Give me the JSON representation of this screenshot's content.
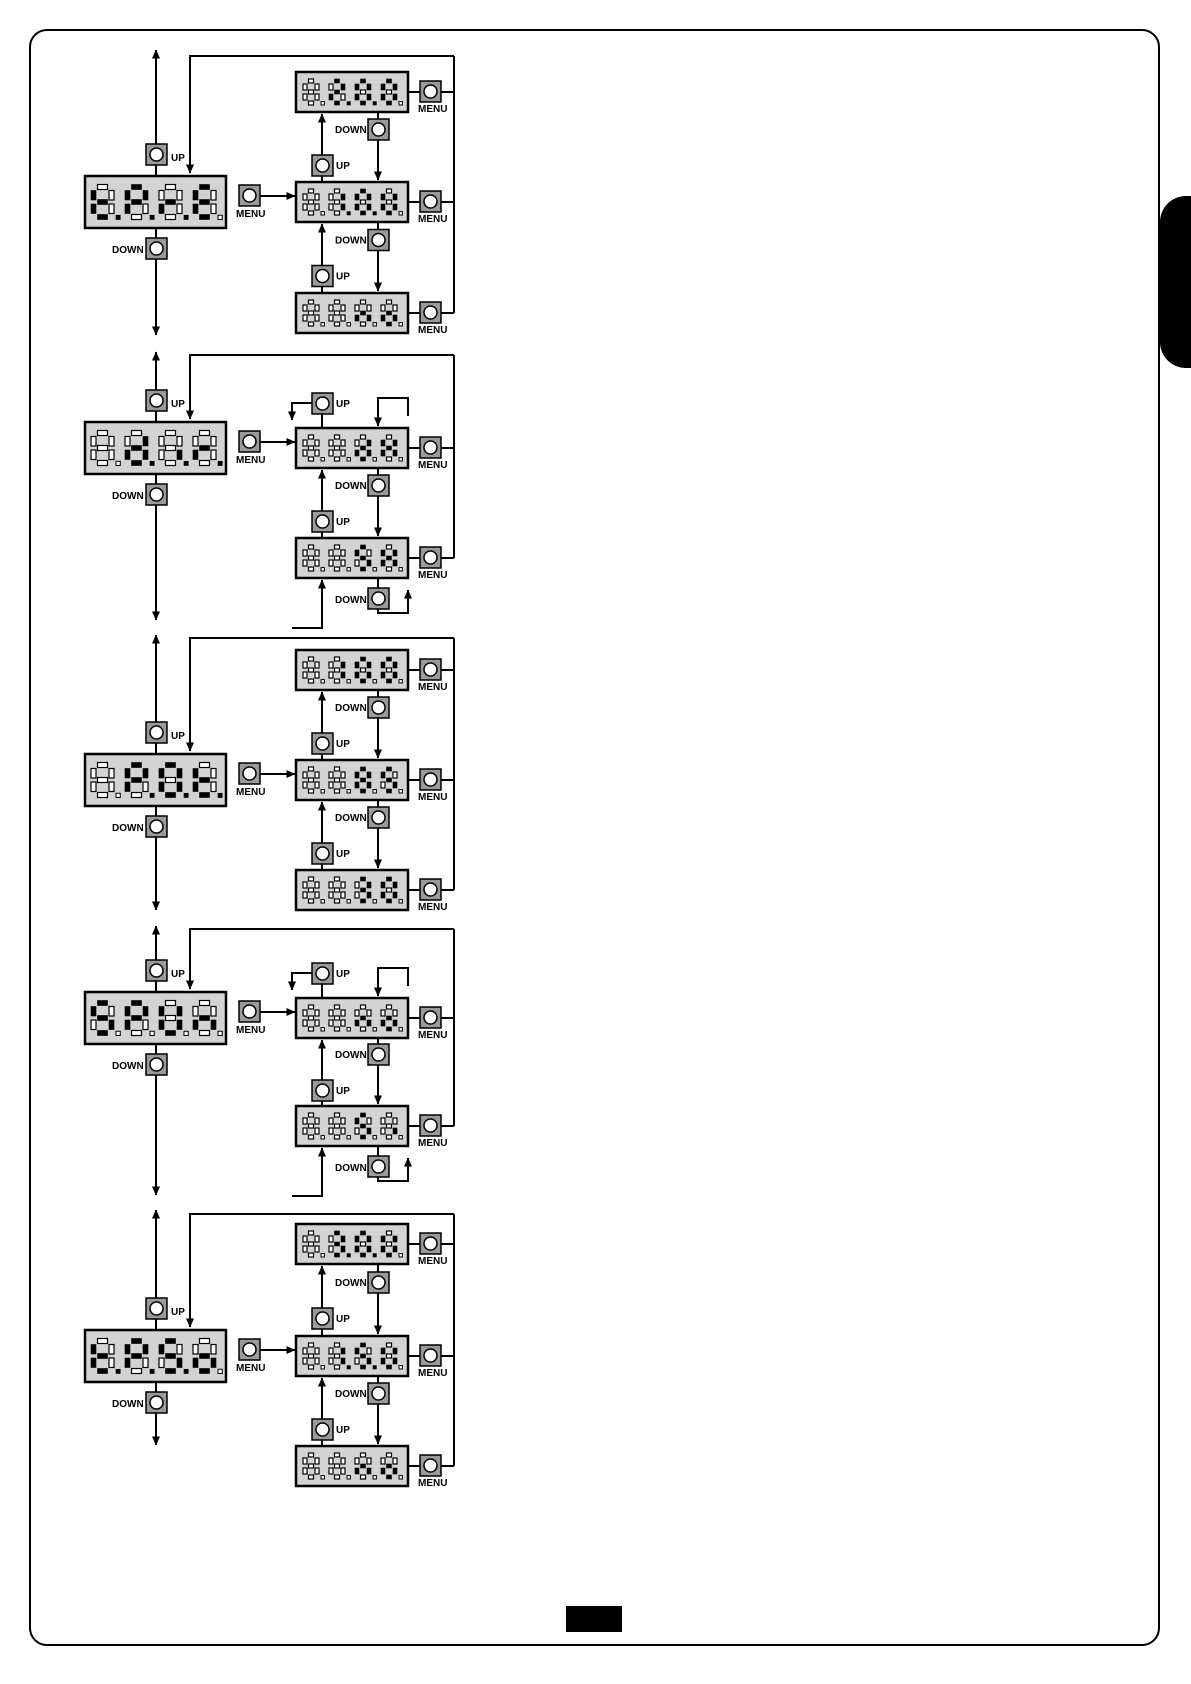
{
  "labels": {
    "up": "UP",
    "down": "DOWN",
    "menu": "MENU"
  },
  "colors": {
    "display_bg": "#d3d3d3",
    "button_bg": "#9a9a9a",
    "ink": "#000000",
    "ghost_segment": "#ffffff"
  },
  "blocks": [
    {
      "id": "tpre",
      "layout": "list",
      "main": "t.P.r.E",
      "options": [
        "2.0.0",
        "1.0.U",
        "no"
      ]
    },
    {
      "id": "dir",
      "layout": "toggle",
      "main": "d.i.r.",
      "options": [
        "dx",
        "Sx"
      ]
    },
    {
      "id": "pot",
      "layout": "list",
      "main": "P.0.t.",
      "options": [
        "100",
        "85",
        "30"
      ]
    },
    {
      "id": "spun",
      "layout": "toggle",
      "main": "SPUn",
      "options": [
        "no",
        "Si"
      ]
    },
    {
      "id": "tpso",
      "layout": "list",
      "main": "t.P.S.o",
      "options": [
        "3.0.U",
        "1.5.U",
        "no"
      ]
    }
  ]
}
